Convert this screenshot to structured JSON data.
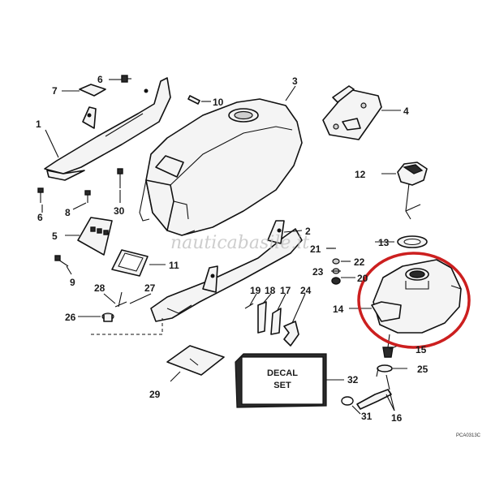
{
  "diagram": {
    "watermark": "nauticabasile.it",
    "drawing_code": "PCA0313C",
    "decal_label_line1": "DECAL",
    "decal_label_line2": "SET",
    "highlight_color": "#cc1f1f",
    "callouts": {
      "c1": "1",
      "c2": "2",
      "c3": "3",
      "c4": "4",
      "c5": "5",
      "c6a": "6",
      "c6b": "6",
      "c7": "7",
      "c8": "8",
      "c9": "9",
      "c10": "10",
      "c11": "11",
      "c12": "12",
      "c13": "13",
      "c14": "14",
      "c15": "15",
      "c16": "16",
      "c17": "17",
      "c18": "18",
      "c19": "19",
      "c20": "20",
      "c21": "21",
      "c22": "22",
      "c23": "23",
      "c24": "24",
      "c25": "25",
      "c26": "26",
      "c27": "27",
      "c28": "28",
      "c29": "29",
      "c30": "30",
      "c31": "31",
      "c32": "32"
    }
  }
}
